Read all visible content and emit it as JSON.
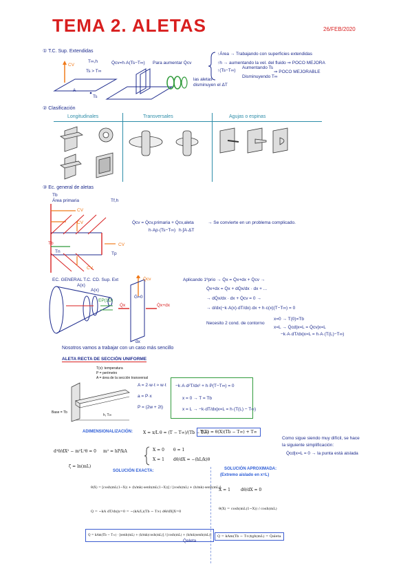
{
  "header": {
    "title": "TEMA 2. ALETAS",
    "date": "26/FEB/2020"
  },
  "s1": {
    "label": "① T.C. Sup. Extendidas",
    "fig_T": "T∞,h",
    "fig_Ts": "Ts > T∞",
    "fig_A": "A",
    "fig_Ts2": "Ts",
    "eq": "Q̇cv=h·A(Ts−T∞)",
    "eq_arrow": "Para aumentar Q̇cv",
    "b1": "↑Área → Trabajando con superficies extendidas",
    "b2": "↑h → aumentando la vel. del fluido ⇒ POCO MEJORA",
    "b3": "↑(Ts−T∞)",
    "b3a": "Aumentando Ts",
    "b3b": "⇒ POCO MEJORABLE",
    "b3c": "Disminuyendo T∞",
    "fins_note1": "las aletas",
    "fins_note2": "disminuyen el ΔT"
  },
  "s2": {
    "label": "② Clasificación",
    "cols": [
      "Longitudinales",
      "Transversales",
      "Agujas o espinas"
    ]
  },
  "s3": {
    "label": "③ Ec. general de aletas",
    "Tb": "Tb",
    "area": "Área primaria",
    "Tfh": "Tf,h",
    "cv": "CV",
    "Tp": "Tp",
    "Tb2": "Tb",
    "Tn": "Tn",
    "cd": "CD",
    "eq1": "Q̇cv = Q̇cv,primaria + Q̇cv,aleta",
    "eq1_note": "→ Se convierte en un problema complicado.",
    "eq1_sub1": "h·Ap·(Ts−T∞)",
    "eq1_sub2": "h·∫A·ΔT",
    "gen": "EC. GENERAL T.C. CD. Sup. Ext",
    "A_x": "A(x)",
    "Ax2": "A(x)",
    "Qcv_up": "Q̇cv",
    "Qx": "Q̇x",
    "Qxdx": "Q̇x+dx",
    "eod": "EP(1D)",
    "gen_label": "Ġ=0",
    "dx": "dx",
    "r1": "Aplicando 1ºprio → Q̇x = Q̇x+dx + Q̇cv →",
    "r2": "Q̇x+dx = Q̇x + dQ̇x/dx · dx + ...",
    "r3": "→ dQ̇x/dx · dx + Q̇cv = 0 →",
    "r4": "→ d/dx(−k·A(x)·dT/dx)·dx + h·c(x)(T−T∞) = 0",
    "r5": "Necesito 2 cond. de contorno",
    "r6": "x=0 → T(0)=Tb",
    "r7": "x=L → Q̇cd|x=L = Q̇cv|x=L",
    "r8": "−k·A·dT/dx|x=L = h·A·(T(L)−T∞)",
    "note": "Nosotros vamos a trabajar con un caso más sencillo"
  },
  "s4": {
    "head": "ALETA RECTA DE SECCIÓN UNIFORME",
    "legend1": "T(x): temperatura",
    "legend2": "P = perímetro",
    "legend3": "A = área de la sección transversal",
    "fig_base": "Base = Tb",
    "fig_h": "h, T∞",
    "A_eq": "A = 2·w·t ≈ w·t",
    "a_eq": "a = P·x",
    "P_eq": "P = (2w + 2t)",
    "box1": "−k·A·d²T/dx² + h·P(T−T∞) = 0",
    "box2": "x = 0 → T = Tb",
    "box3": "x = L → −k·dT/dx|x=L = h·(T(L) − T∞)",
    "adim": "ADIMENSIONALIZACIÓN:",
    "X": "X = x/L",
    "theta": "θ = (T − T∞)/(Tb − T∞)",
    "result": "T(X) = θ(X)(Tb − T∞) + T∞",
    "comment1": "Como sigue siendo muy difícil, se hace",
    "comment2": "la siguiente simplificación:",
    "comment3": "Q̇cd|x=L = 0 → la punta está aislada",
    "ode": "d²θ/dX² − m²L²θ = 0",
    "m": "m² = hP/kA",
    "bc1a": "X = 0",
    "bc1b": "θ = 1",
    "bc2a": "X = 1",
    "bc2b": "dθ/dX = −(hL/k)θ",
    "mL": "ζ = ln(mL)",
    "exact": "SOLUCIÓN EXACTA:",
    "approx": "SOLUCIÓN APROXIMADA:",
    "approx_sub": "(Extremo aislado en x=L)",
    "ex1": "θ(X) = [cosh(mL(1−X)) + (h/mk)·senh(mL(1−X))] / [cosh(mL) + (h/mk)·senh(mL)]",
    "ex2": "Q = −kA dT/dx|x=0 = −(kA/L)(Tb − T∞) dθ/dX|X=0",
    "ex3": "Q = kAm(Tb − T∞) · [senh(mL) + (h/mk)cosh(mL)] / [cosh(mL) + (h/mk)senh(mL)]",
    "ex3_label": "Q̇aleta",
    "ap1a": "X = 1",
    "ap1b": "dθ/dX = 0",
    "ap2": "θ(X) = cosh(mL(1−X)) / cosh(mL)",
    "ap3": "Q = kAm(Tb − T∞)tgh(mL) = Q̇aleta"
  }
}
